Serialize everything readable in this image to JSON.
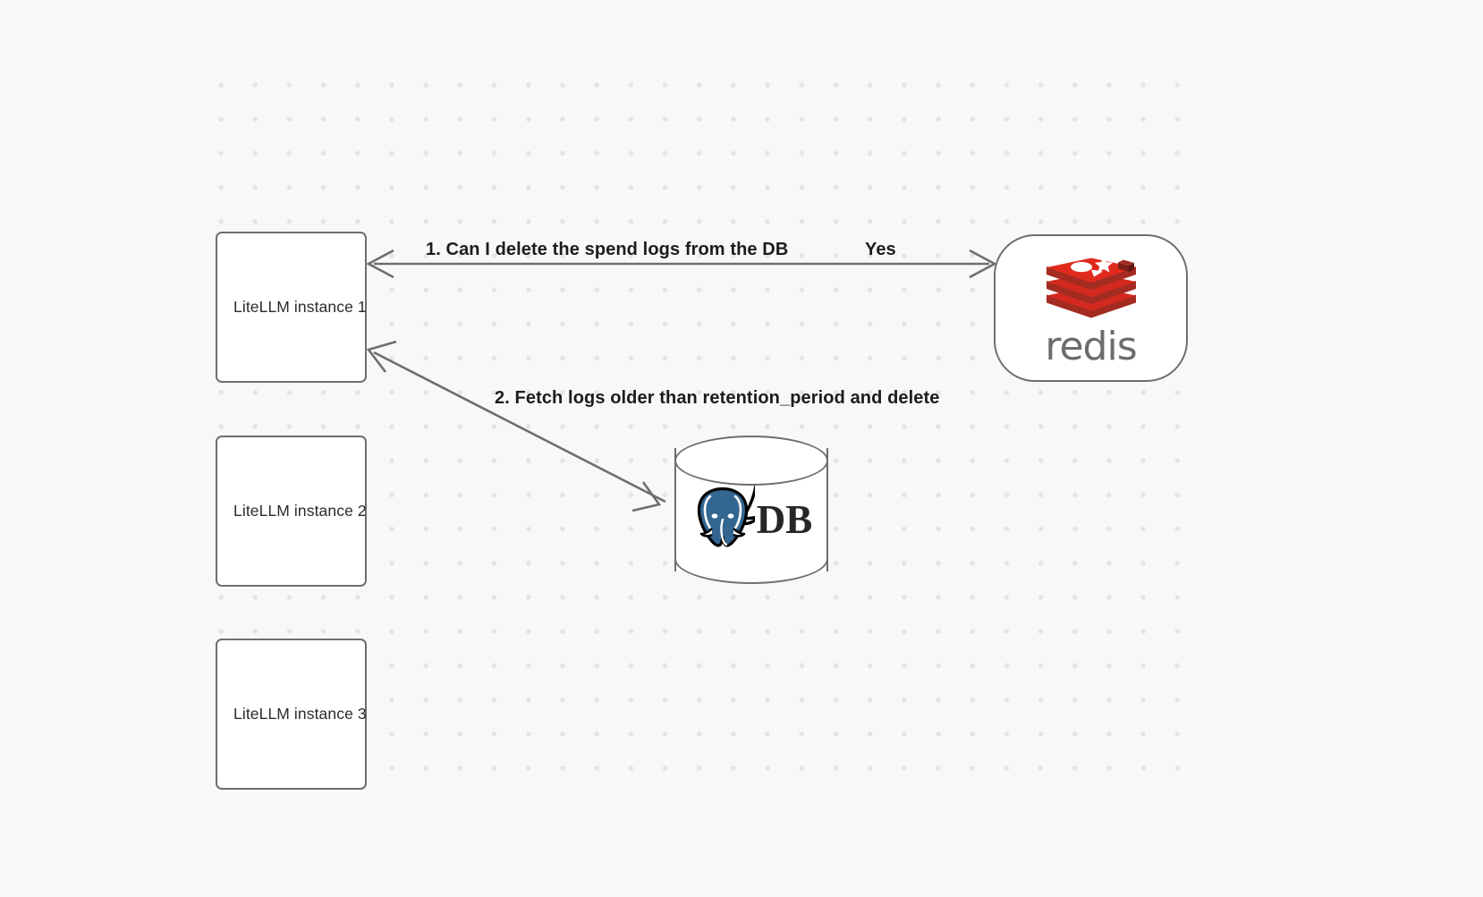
{
  "canvas": {
    "background_color": "#f8f8f8",
    "grid_dot_color": "#e4e4e5",
    "node_stroke_color": "#6e6e6e"
  },
  "nodes": [
    {
      "id": "litellm-1",
      "label": "LiteLLM instance 1",
      "shape": "rectangle"
    },
    {
      "id": "litellm-2",
      "label": "LiteLLM instance 2",
      "shape": "rectangle"
    },
    {
      "id": "litellm-3",
      "label": "LiteLLM instance 3",
      "shape": "rectangle"
    },
    {
      "id": "redis",
      "label": "redis",
      "shape": "rounded-rectangle",
      "logo": "redis-logo",
      "logo_color": "#d4291f",
      "wordmark_color": "#6c6c6c"
    },
    {
      "id": "db",
      "label": "DB",
      "shape": "cylinder",
      "logo": "postgresql-elephant-icon",
      "logo_color": "#336791"
    }
  ],
  "edges": [
    {
      "id": "edge-1",
      "from": "redis",
      "to": "litellm-1",
      "label": "1.  Can I delete the spend logs from the DB",
      "response_label": "Yes",
      "arrowheads": "both"
    },
    {
      "id": "edge-2",
      "from": "litellm-1",
      "to": "db",
      "label": "2.  Fetch logs older than retention_period and delete",
      "arrowheads": "both"
    }
  ],
  "labels": {
    "edge1_text": "1.  Can I delete the spend logs from the DB",
    "edge1_response": "Yes",
    "edge2_text": "2.  Fetch logs older than retention_period and delete",
    "redis_wordmark": "redis",
    "db_wordmark": "DB"
  }
}
